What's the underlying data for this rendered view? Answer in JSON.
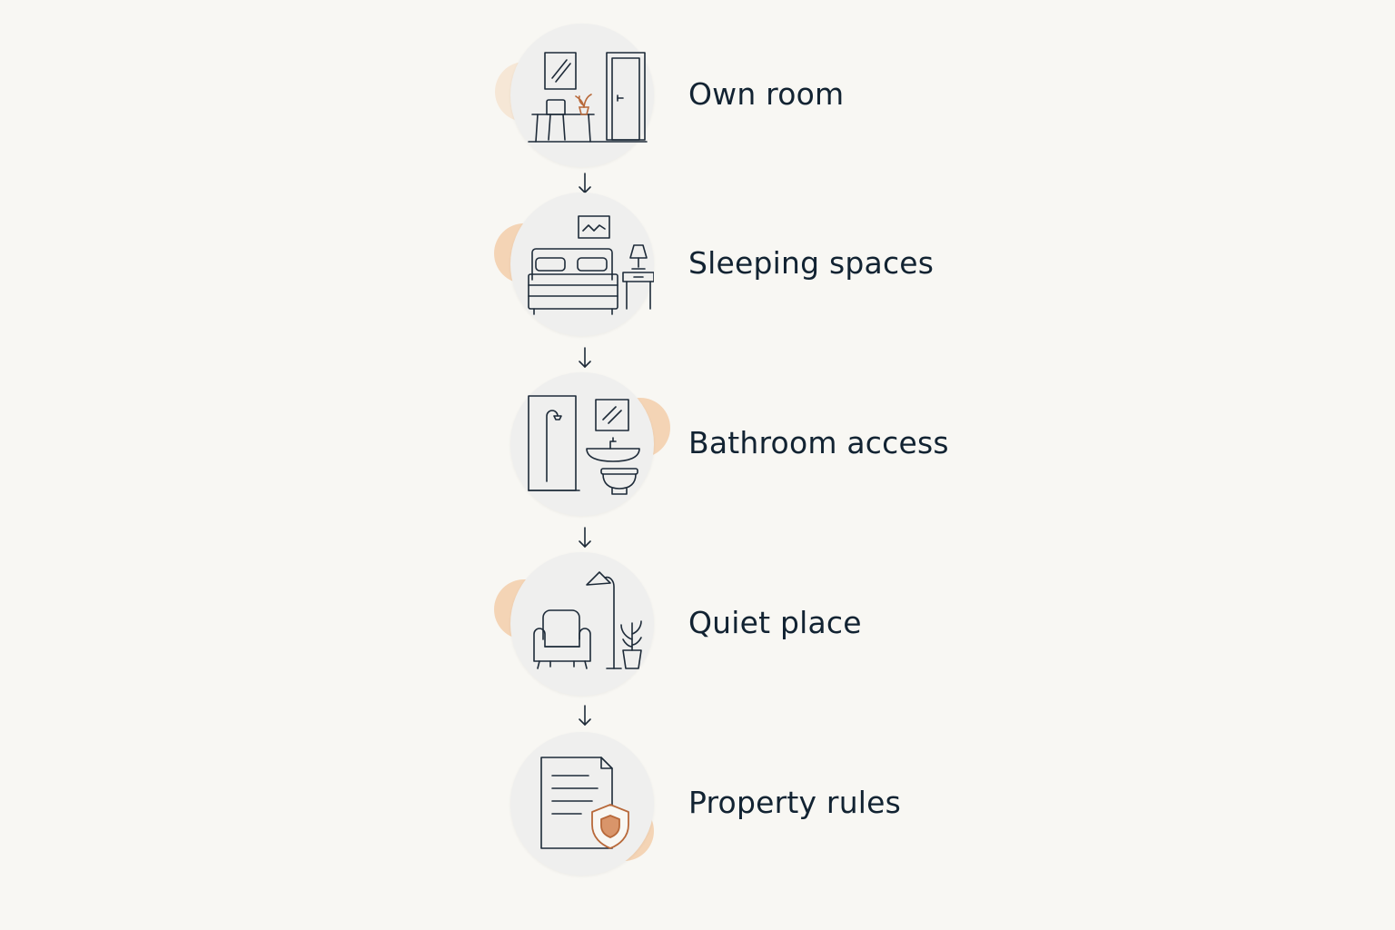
{
  "steps": [
    {
      "label": "Own room",
      "icon": "room-with-desk-and-door-icon"
    },
    {
      "label": "Sleeping spaces",
      "icon": "bed-with-nightstand-icon"
    },
    {
      "label": "Bathroom access",
      "icon": "bathroom-shower-sink-toilet-icon"
    },
    {
      "label": "Quiet place",
      "icon": "armchair-lamp-plant-icon"
    },
    {
      "label": "Property rules",
      "icon": "document-with-shield-icon"
    }
  ],
  "colors": {
    "background": "#f8f7f3",
    "circle": "#efefee",
    "accent": "#f3c8a0",
    "line": "#1d2a38",
    "text": "#122332",
    "accent_stroke": "#b8693a"
  }
}
